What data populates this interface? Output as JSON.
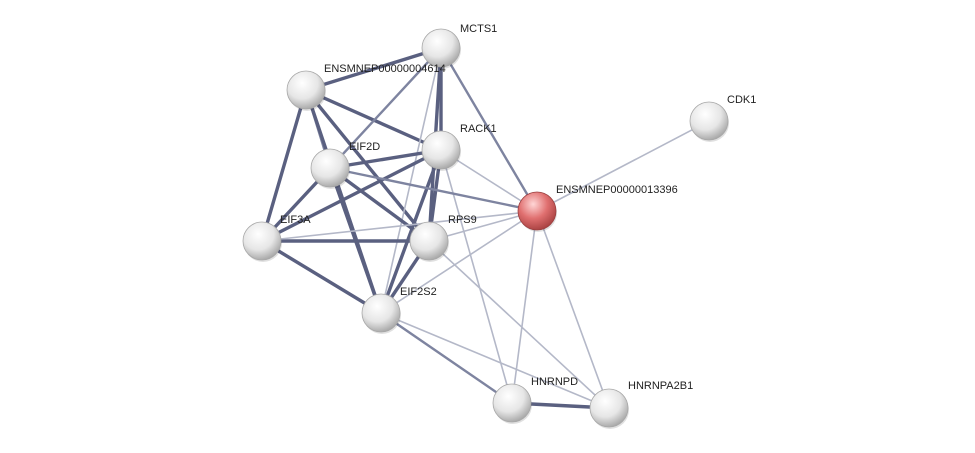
{
  "network": {
    "colors": {
      "query_node": "#d96060",
      "node": "#e8e8e8",
      "strong_edge": "#5a6080",
      "weak_edge": "#b4b8c8",
      "label": "#222222"
    },
    "nodes": [
      {
        "id": "MCTS1",
        "label": "MCTS1",
        "query": false
      },
      {
        "id": "ENSMNEP00000004614",
        "label": "ENSMNEP00000004614",
        "query": false
      },
      {
        "id": "RACK1",
        "label": "RACK1",
        "query": false
      },
      {
        "id": "EIF2D",
        "label": "EIF2D",
        "query": false
      },
      {
        "id": "CDK1",
        "label": "CDK1",
        "query": false
      },
      {
        "id": "ENSMNEP00000013396",
        "label": "ENSMNEP00000013396",
        "query": true
      },
      {
        "id": "EIF3A",
        "label": "EIF3A",
        "query": false
      },
      {
        "id": "RPS9",
        "label": "RPS9",
        "query": false
      },
      {
        "id": "EIF2S2",
        "label": "EIF2S2",
        "query": false
      },
      {
        "id": "HNRNPD",
        "label": "HNRNPD",
        "query": false
      },
      {
        "id": "HNRNPA2B1",
        "label": "HNRNPA2B1",
        "query": false
      }
    ],
    "edges": [
      {
        "source": "ENSMNEP00000004614",
        "target": "MCTS1",
        "strength": "strong"
      },
      {
        "source": "ENSMNEP00000004614",
        "target": "RACK1",
        "strength": "strong"
      },
      {
        "source": "ENSMNEP00000004614",
        "target": "EIF2D",
        "strength": "medium"
      },
      {
        "source": "ENSMNEP00000004614",
        "target": "EIF3A",
        "strength": "strong"
      },
      {
        "source": "ENSMNEP00000004614",
        "target": "RPS9",
        "strength": "strong"
      },
      {
        "source": "ENSMNEP00000004614",
        "target": "EIF2S2",
        "strength": "strong"
      },
      {
        "source": "MCTS1",
        "target": "RACK1",
        "strength": "strong"
      },
      {
        "source": "MCTS1",
        "target": "EIF2D",
        "strength": "medium"
      },
      {
        "source": "MCTS1",
        "target": "RPS9",
        "strength": "strong"
      },
      {
        "source": "MCTS1",
        "target": "EIF2S2",
        "strength": "weak"
      },
      {
        "source": "MCTS1",
        "target": "ENSMNEP00000013396",
        "strength": "medium"
      },
      {
        "source": "RACK1",
        "target": "EIF2D",
        "strength": "strong"
      },
      {
        "source": "RACK1",
        "target": "EIF3A",
        "strength": "strong"
      },
      {
        "source": "RACK1",
        "target": "RPS9",
        "strength": "strong"
      },
      {
        "source": "RACK1",
        "target": "EIF2S2",
        "strength": "strong"
      },
      {
        "source": "RACK1",
        "target": "ENSMNEP00000013396",
        "strength": "weak"
      },
      {
        "source": "RACK1",
        "target": "HNRNPD",
        "strength": "weak"
      },
      {
        "source": "EIF2D",
        "target": "EIF3A",
        "strength": "strong"
      },
      {
        "source": "EIF2D",
        "target": "RPS9",
        "strength": "strong"
      },
      {
        "source": "EIF2D",
        "target": "EIF2S2",
        "strength": "strong"
      },
      {
        "source": "EIF2D",
        "target": "ENSMNEP00000013396",
        "strength": "medium"
      },
      {
        "source": "EIF3A",
        "target": "RPS9",
        "strength": "strong"
      },
      {
        "source": "EIF3A",
        "target": "EIF2S2",
        "strength": "strong"
      },
      {
        "source": "EIF3A",
        "target": "ENSMNEP00000013396",
        "strength": "weak"
      },
      {
        "source": "RPS9",
        "target": "EIF2S2",
        "strength": "strong"
      },
      {
        "source": "RPS9",
        "target": "ENSMNEP00000013396",
        "strength": "weak"
      },
      {
        "source": "RPS9",
        "target": "HNRNPA2B1",
        "strength": "weak"
      },
      {
        "source": "EIF2S2",
        "target": "ENSMNEP00000013396",
        "strength": "weak"
      },
      {
        "source": "EIF2S2",
        "target": "HNRNPD",
        "strength": "medium"
      },
      {
        "source": "EIF2S2",
        "target": "HNRNPA2B1",
        "strength": "weak"
      },
      {
        "source": "CDK1",
        "target": "ENSMNEP00000013396",
        "strength": "weak"
      },
      {
        "source": "ENSMNEP00000013396",
        "target": "HNRNPD",
        "strength": "weak"
      },
      {
        "source": "ENSMNEP00000013396",
        "target": "HNRNPA2B1",
        "strength": "weak"
      },
      {
        "source": "HNRNPD",
        "target": "HNRNPA2B1",
        "strength": "strong"
      }
    ]
  }
}
